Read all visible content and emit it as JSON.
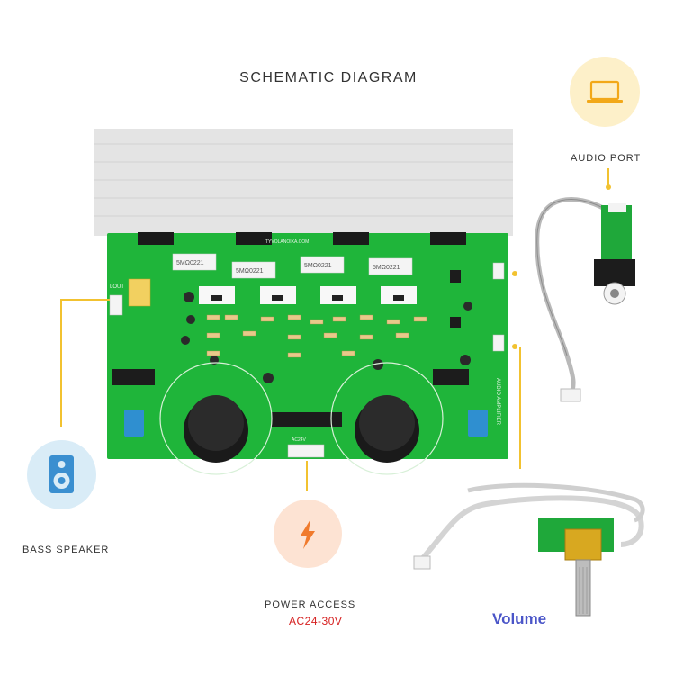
{
  "title": "SCHEMATIC DIAGRAM",
  "labels": {
    "audio_port": "AUDIO PORT",
    "bass_speaker": "BASS SPEAKER",
    "power_access": "POWER ACCESS",
    "voltage": "AC24-30V",
    "volume": "Volume"
  },
  "board_text": {
    "url": "TYVOLANOIXA.COM",
    "relays": [
      "5MΩ0221",
      "5MΩ0221",
      "5MΩ0221",
      "5MΩ0221"
    ],
    "side": "AUDIO AMPLIFIER",
    "lout": "LOUT",
    "acin": "AC24V"
  },
  "colors": {
    "pcb": "#1fb53a",
    "accent": "#f2c230",
    "icon_audio_bg": "#fdf0c9",
    "icon_speaker_bg": "#d9ecf7",
    "icon_power_bg": "#fde3d3",
    "volume_text": "#4a55c8",
    "voltage_text": "#d62020"
  },
  "icons": [
    "laptop-icon",
    "speaker-icon",
    "lightning-icon"
  ]
}
